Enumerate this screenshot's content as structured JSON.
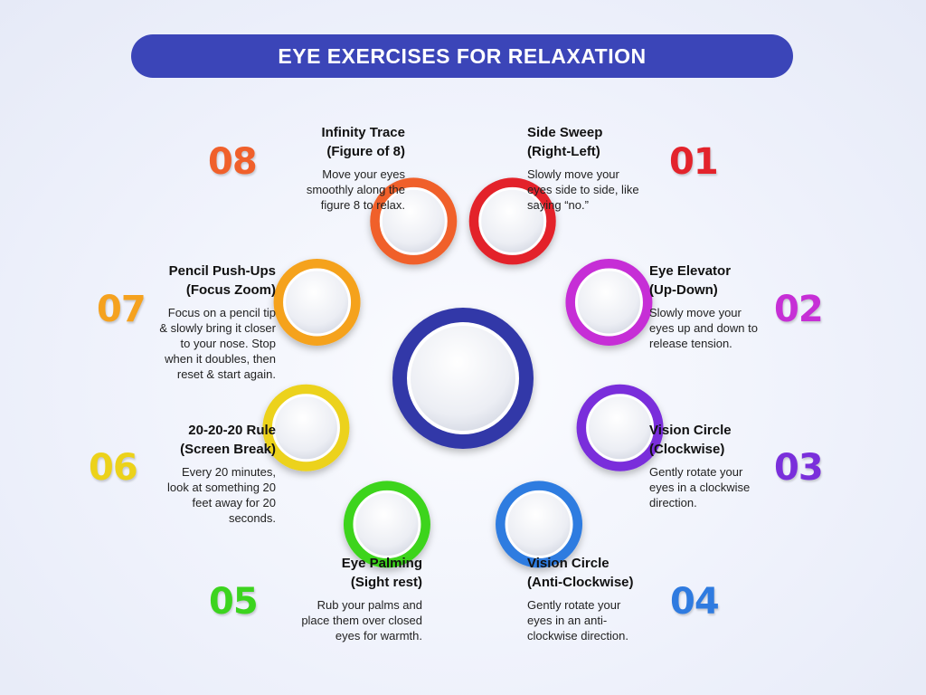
{
  "title": "EYE EXERCISES FOR RELAXATION",
  "steps": [
    {
      "num": "01",
      "title_line1": "Side Sweep",
      "title_line2": "(Right-Left)",
      "desc": [
        "Slowly move your",
        "eyes side to side, like",
        "saying “no.”"
      ],
      "color": "#e3232b"
    },
    {
      "num": "02",
      "title_line1": "Eye Elevator",
      "title_line2": "(Up-Down)",
      "desc": [
        "Slowly move your",
        "eyes up and down to",
        "release tension."
      ],
      "color": "#c62fd6"
    },
    {
      "num": "03",
      "title_line1": "Vision Circle",
      "title_line2": "(Clockwise)",
      "desc": [
        "Gently rotate your",
        "eyes in a clockwise",
        "direction."
      ],
      "color": "#7a2fdb"
    },
    {
      "num": "04",
      "title_line1": "Vision Circle",
      "title_line2": "(Anti-Clockwise)",
      "desc": [
        "Gently rotate your",
        "eyes in an  anti-",
        "clockwise direction."
      ],
      "color": "#2f7be0"
    },
    {
      "num": "05",
      "title_line1": "Eye Palming",
      "title_line2": "(Sight rest)",
      "desc": [
        "Rub your palms  and",
        "place them over closed",
        "eyes for warmth."
      ],
      "color": "#3cd41f"
    },
    {
      "num": "06",
      "title_line1": "20-20-20 Rule",
      "title_line2": "(Screen Break)",
      "desc": [
        "Every 20 minutes,",
        "look at something 20",
        "feet away for 20",
        "seconds."
      ],
      "color": "#ecd21a"
    },
    {
      "num": "07",
      "title_line1": "Pencil Push-Ups",
      "title_line2": "(Focus Zoom)",
      "desc": [
        "Focus on a pencil tip",
        "& slowly bring it closer",
        "to your nose. Stop",
        "when it doubles, then",
        "reset & start again."
      ],
      "color": "#f5a21f"
    },
    {
      "num": "08",
      "title_line1": "Infinity Trace",
      "title_line2": "(Figure of 8)",
      "desc": [
        "Move your eyes",
        "smoothly along the",
        "figure 8 to relax."
      ],
      "color": "#f0602b"
    }
  ],
  "center_color": "#3238a8"
}
